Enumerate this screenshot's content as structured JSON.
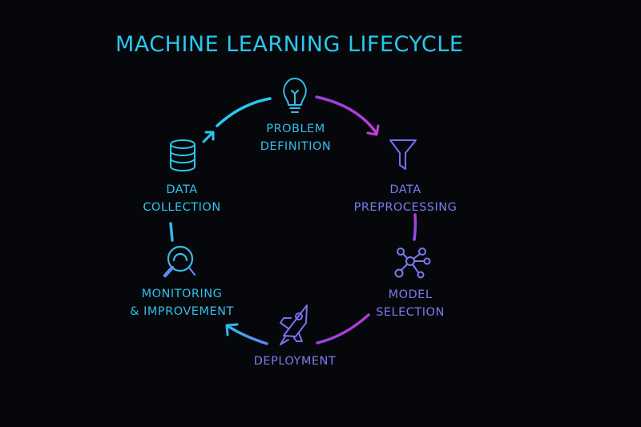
{
  "title": "MACHINE LEARNING LIFECYCLE",
  "colors": {
    "background": "#05070b",
    "cyan": "#2cc6ee",
    "violet": "#7b6ef0",
    "magenta": "#b83fd6"
  },
  "stages": [
    {
      "id": "problem-definition",
      "line1": "PROBLEM",
      "line2": "DEFINITION",
      "icon": "lightbulb-icon",
      "color": "#35bde8"
    },
    {
      "id": "data-preprocessing",
      "line1": "DATA",
      "line2": "PREPROCESSING",
      "icon": "funnel-icon",
      "color": "#7a7cf0"
    },
    {
      "id": "model-selection",
      "line1": "MODEL",
      "line2": "SELECTION",
      "icon": "network-icon",
      "color": "#7a7cf0"
    },
    {
      "id": "deployment",
      "line1": "DEPLOYMENT",
      "line2": "",
      "icon": "rocket-icon",
      "color": "#7a7cf0"
    },
    {
      "id": "monitoring-improvement",
      "line1": "MONITORING",
      "line2": "& IMPROVEMENT",
      "icon": "magnifier-icon",
      "color": "#35bde8"
    },
    {
      "id": "data-collection",
      "line1": "DATA",
      "line2": "COLLECTION",
      "icon": "database-icon",
      "color": "#35bde8"
    }
  ]
}
